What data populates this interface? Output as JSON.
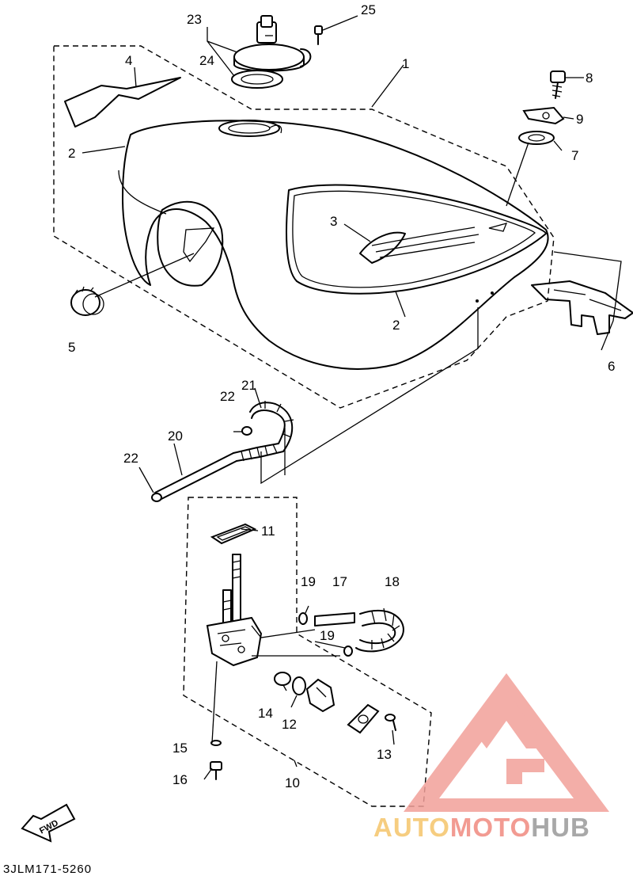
{
  "callouts": {
    "n1": "1",
    "n2a": "2",
    "n2b": "2",
    "n3": "3",
    "n4": "4",
    "n5": "5",
    "n6": "6",
    "n7": "7",
    "n8": "8",
    "n9": "9",
    "n10": "10",
    "n11": "11",
    "n12": "12",
    "n13": "13",
    "n14": "14",
    "n15": "15",
    "n16": "16",
    "n17": "17",
    "n18": "18",
    "n19a": "19",
    "n19b": "19",
    "n20": "20",
    "n21": "21",
    "n22a": "22",
    "n22b": "22",
    "n23": "23",
    "n24": "24",
    "n25": "25"
  },
  "fwd_label": "FWD",
  "diagram_code": "3JLM171-5260",
  "watermark": {
    "brand_part1": "AUTO",
    "brand_part2": "MOTO",
    "brand_part3": "HUB",
    "colors": {
      "auto": "#f5c56b",
      "moto": "#f08a80",
      "hub": "#9a9a9a",
      "logo": "#f2a09a"
    }
  }
}
